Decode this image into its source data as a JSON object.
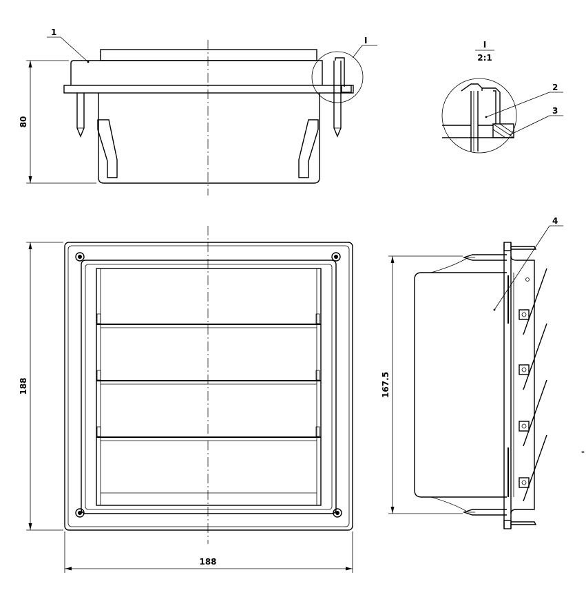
{
  "callouts": {
    "part_1": "1",
    "part_2": "2",
    "part_3": "3",
    "part_4": "4",
    "detail_ref": "I"
  },
  "detail": {
    "title": "I",
    "scale": "2:1"
  },
  "dimensions": {
    "front_height": "80",
    "plan_height": "188",
    "plan_width": "188",
    "side_height": "167.5"
  },
  "stray_mark": "-"
}
